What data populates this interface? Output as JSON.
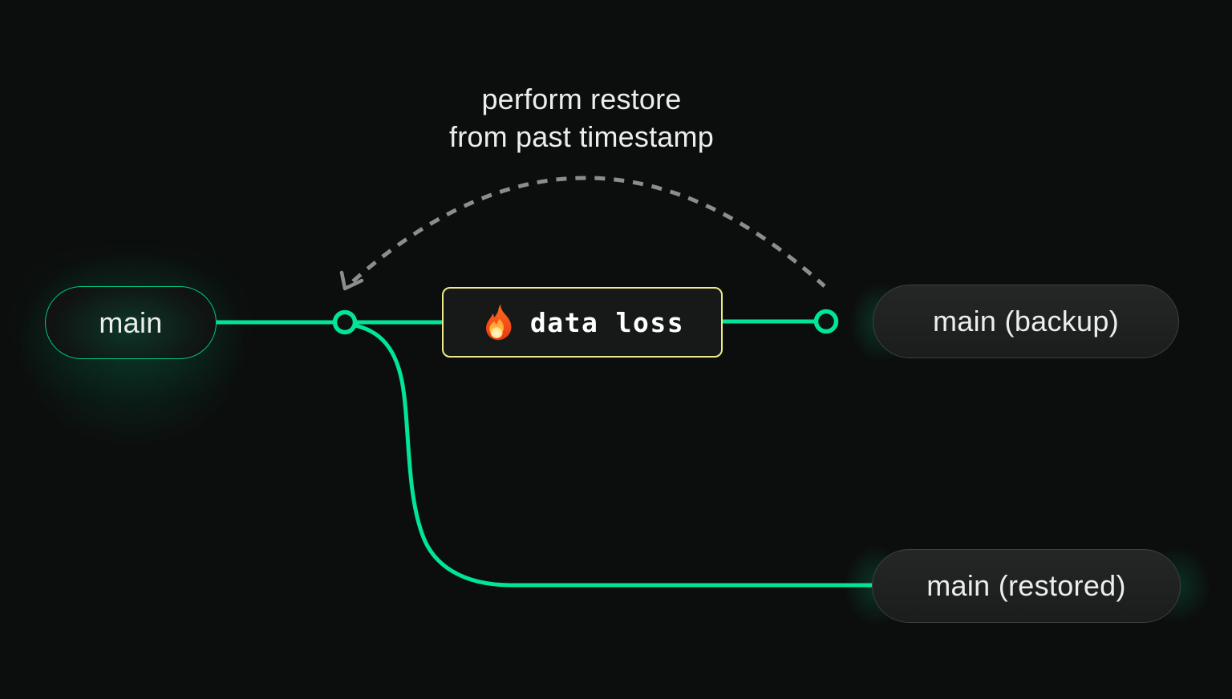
{
  "diagram": {
    "caption": {
      "line1": "perform restore",
      "line2": "from past timestamp"
    },
    "nodes": {
      "main": {
        "label": "main"
      },
      "backup": {
        "label": "main (backup)"
      },
      "restored": {
        "label": "main (restored)"
      }
    },
    "event": {
      "label": "data loss",
      "icon": "fire-icon"
    }
  },
  "colors": {
    "background": "#0c0e0d",
    "accent_green": "#00e599",
    "warning_yellow": "#efea8b",
    "arc_gray": "#8b8e8c",
    "text_primary": "#ededed",
    "node_border_gray": "#3d403f",
    "node_bg": "#1a1d1c",
    "box_bg": "#161917"
  }
}
